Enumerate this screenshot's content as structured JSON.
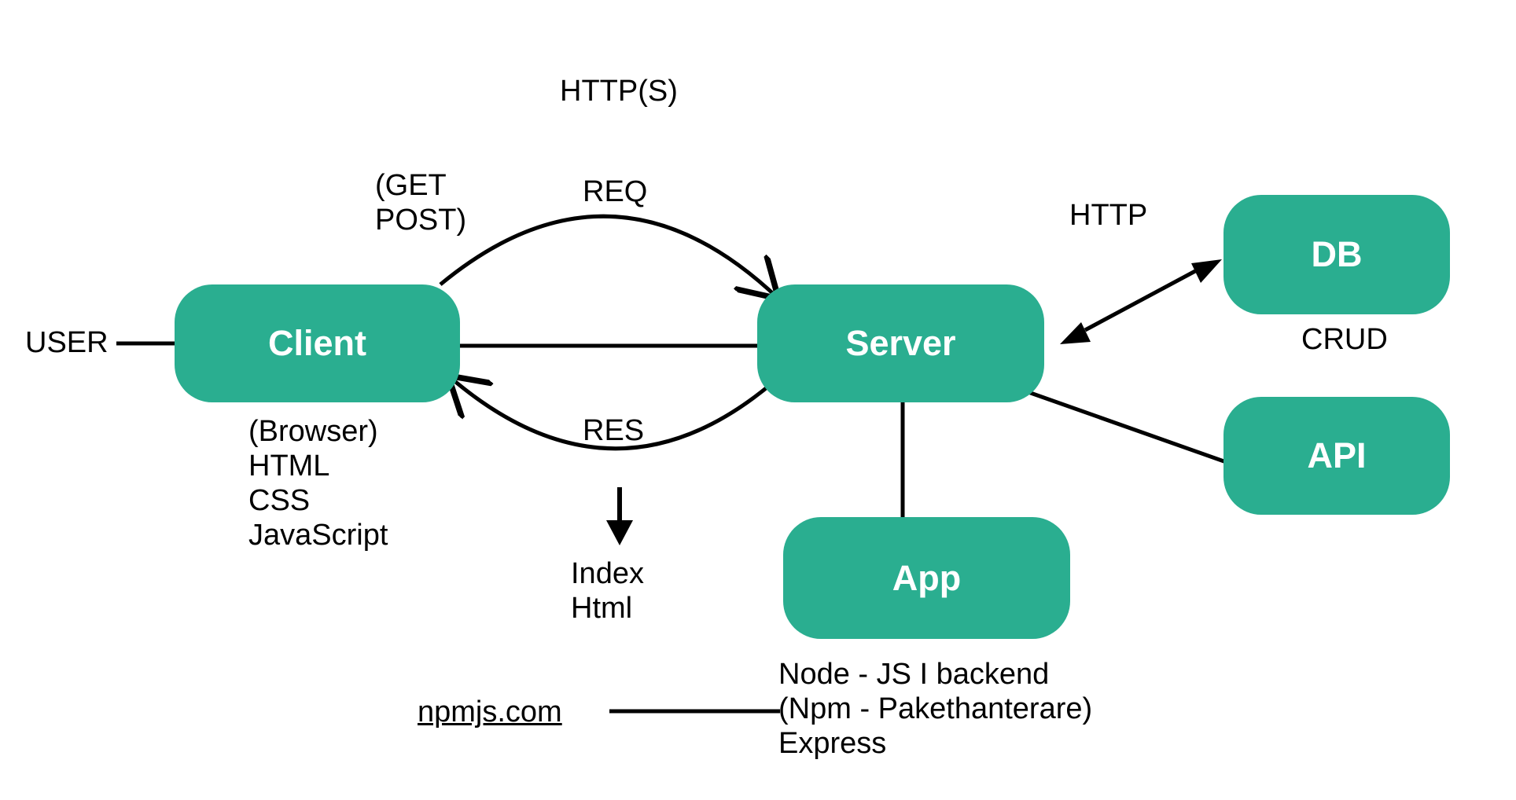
{
  "colors": {
    "node_fill": "#2aae90",
    "node_text": "#ffffff",
    "line": "#000000"
  },
  "nodes": {
    "client": "Client",
    "server": "Server",
    "db": "DB",
    "api": "API",
    "app": "App"
  },
  "labels": {
    "user": "USER",
    "https": "HTTP(S)",
    "get_post": "(GET\nPOST)",
    "req": "REQ",
    "res": "RES",
    "http": "HTTP",
    "crud": "CRUD",
    "client_tech": "(Browser)\nHTML\nCSS\nJavaScript",
    "index_html": "Index\nHtml",
    "app_info": "Node - JS I backend\n(Npm - Pakethanterare)\nExpress",
    "npm_link": "npmjs.com"
  }
}
